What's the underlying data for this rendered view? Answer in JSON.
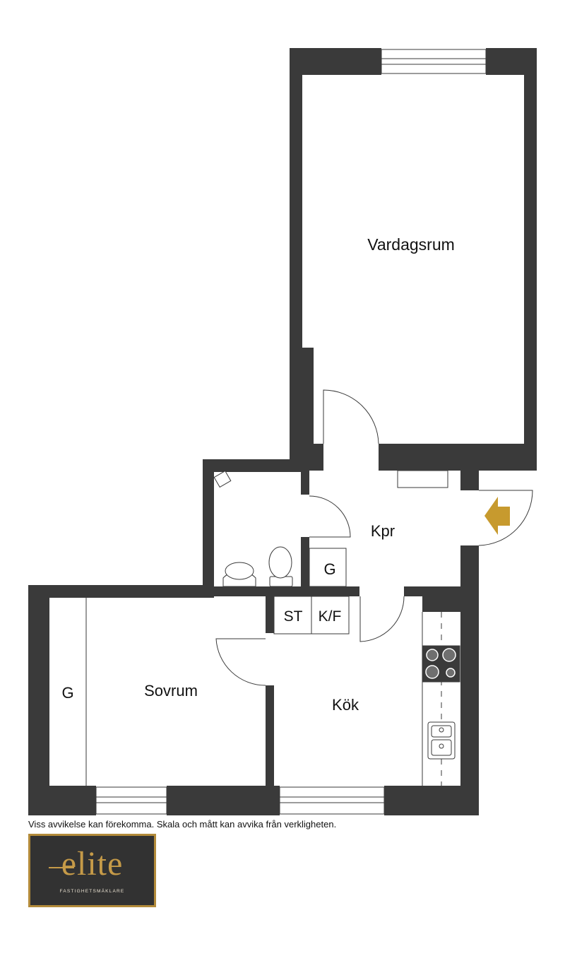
{
  "rooms": {
    "vardagsrum": "Vardagsrum",
    "kpr": "Kpr",
    "sovrum": "Sovrum",
    "kok": "Kök",
    "wardrobe_hall": "G",
    "wardrobe_bedroom": "G",
    "storage": "ST",
    "fridge_freezer": "K/F"
  },
  "disclaimer": "Viss avvikelse kan förekomma. Skala och mått kan avvika från verkligheten.",
  "logo": {
    "word": "elite",
    "tagline": "FASTIGHETSMÄKLARE"
  },
  "colors": {
    "wall": "#3a3a3a",
    "entrance_arrow": "#c79a2e",
    "logo_gold": "#c59a48",
    "logo_bg": "#323232"
  }
}
